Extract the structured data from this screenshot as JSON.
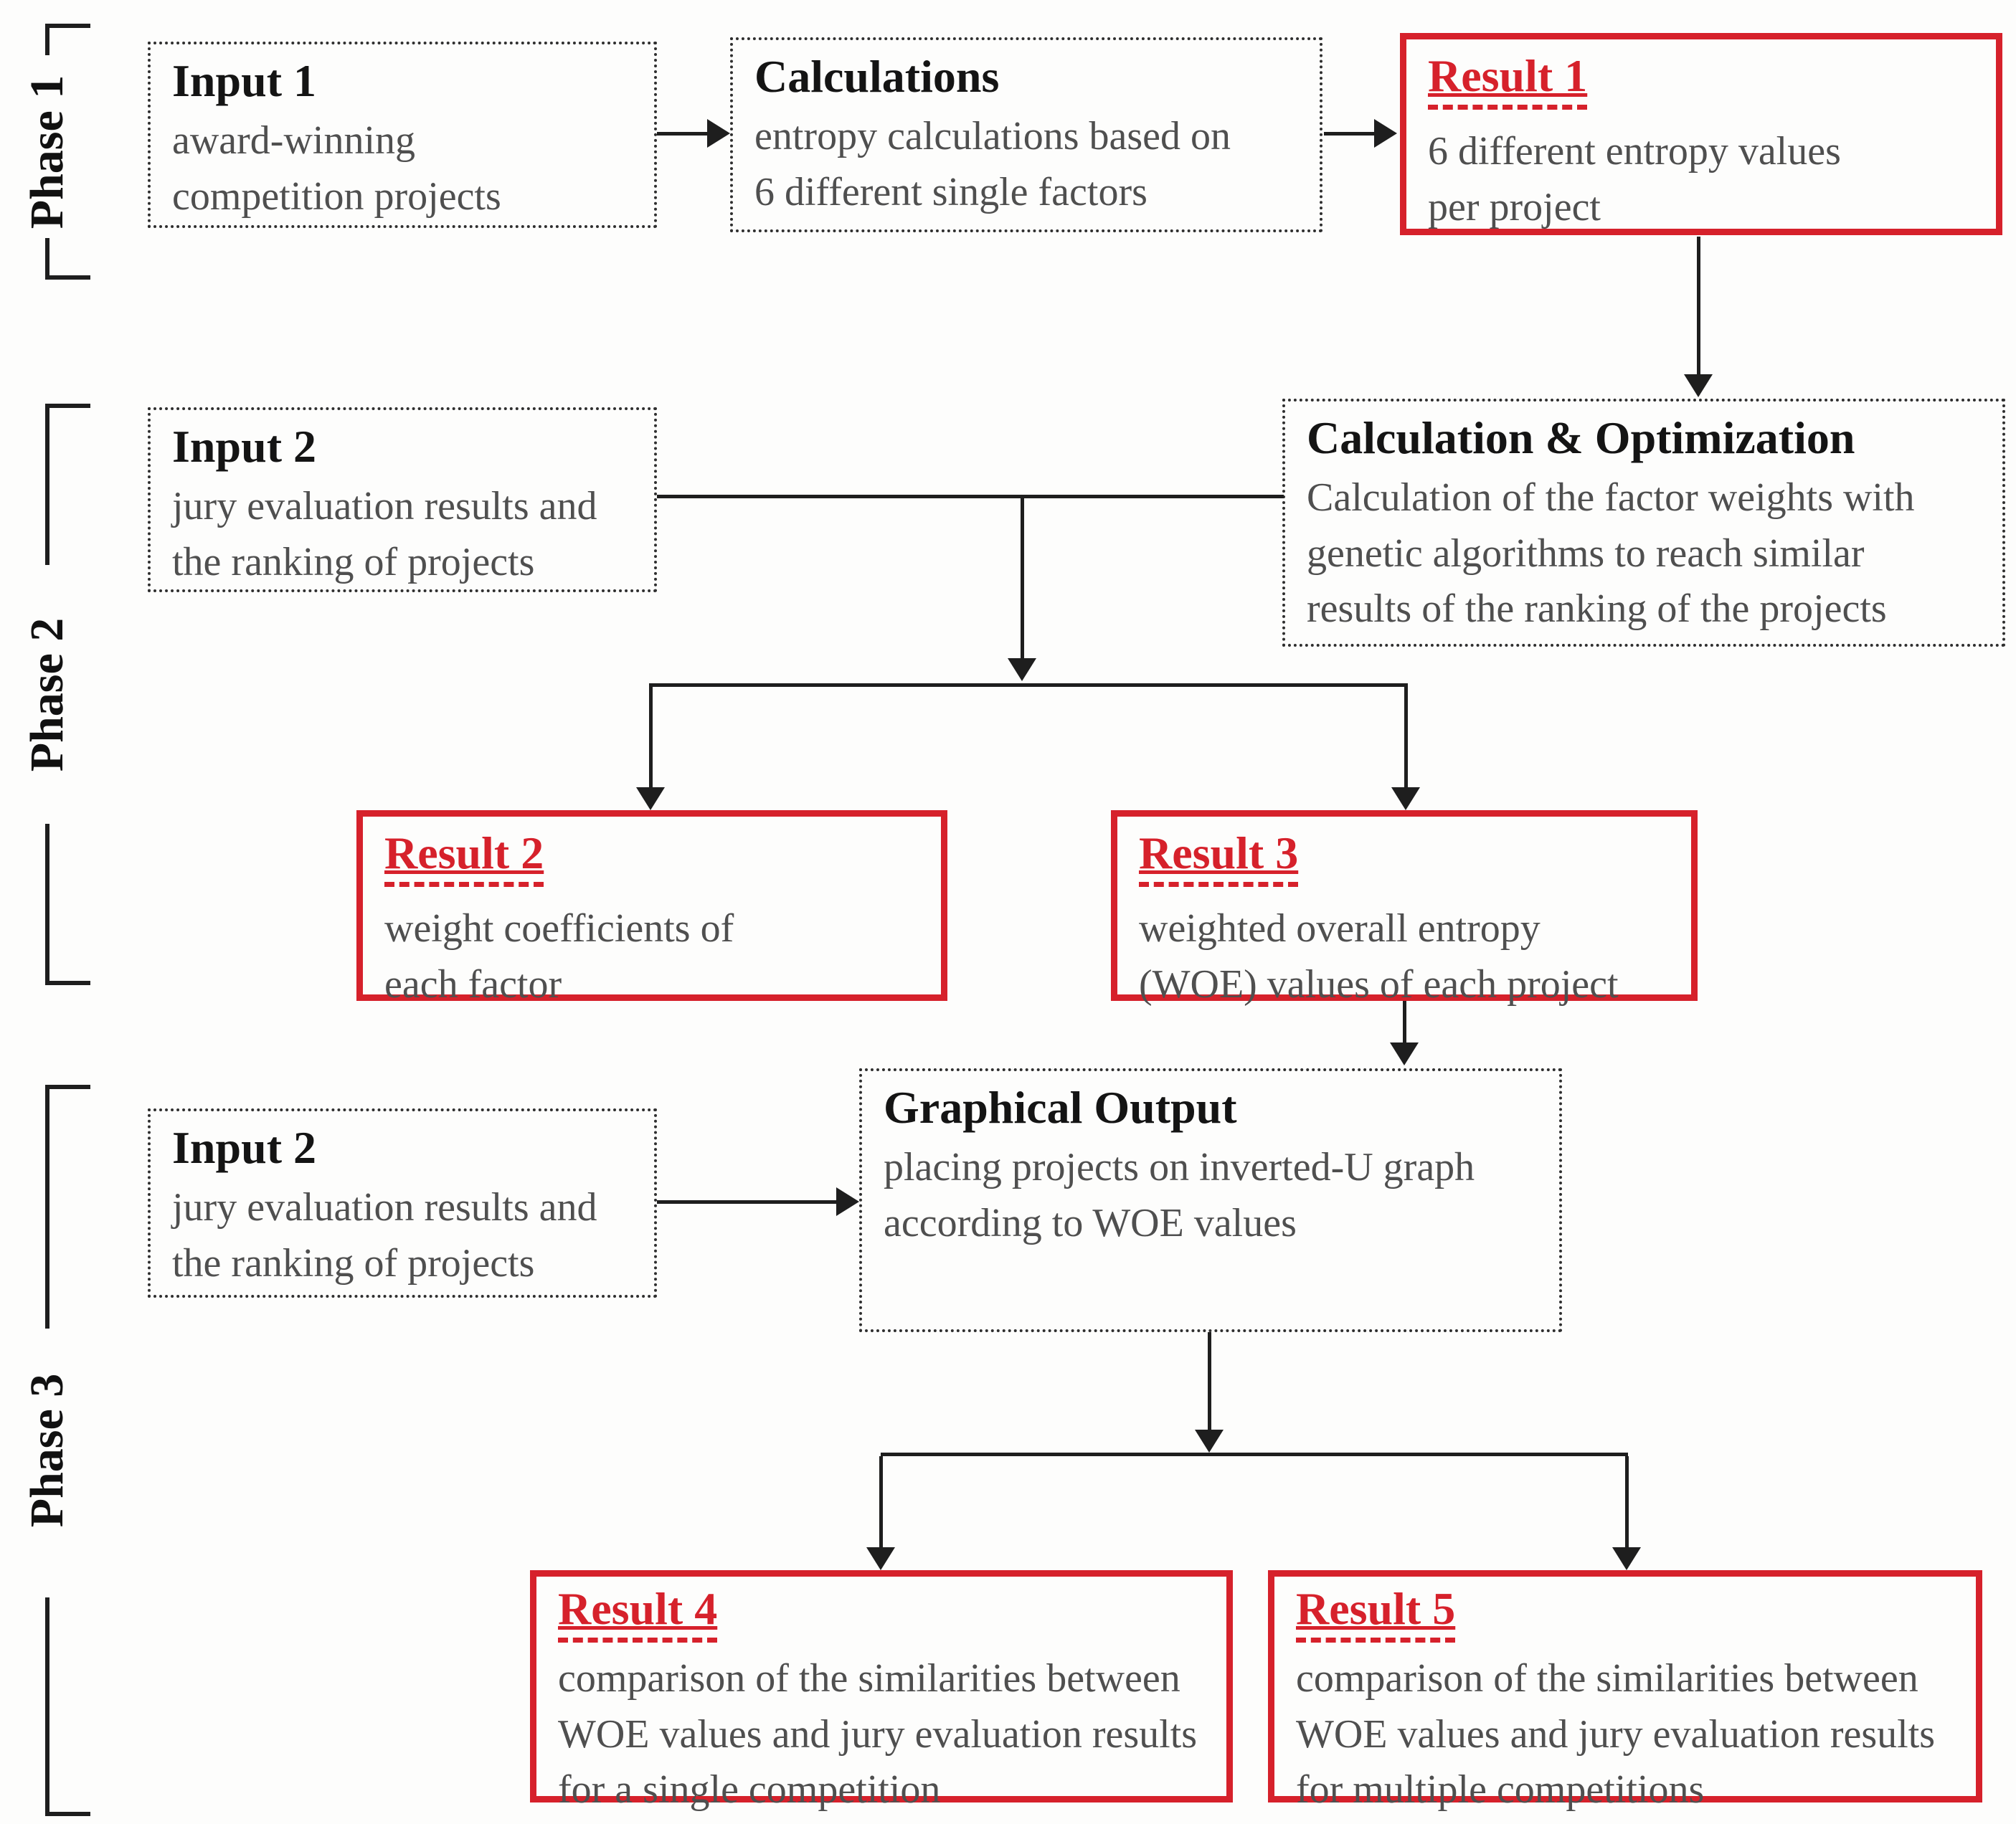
{
  "figure_type": "methodology-flowchart",
  "phases": [
    {
      "label": "Phase 1"
    },
    {
      "label": "Phase 2"
    },
    {
      "label": "Phase 3"
    }
  ],
  "boxes": {
    "input1": {
      "title": "Input 1",
      "body": "award-winning\ncompetition projects"
    },
    "calculations": {
      "title": "Calculations",
      "body": "entropy calculations based on\n6 different single factors"
    },
    "result1": {
      "title": "Result 1",
      "body": "6 different entropy values\nper project"
    },
    "input2_phase2": {
      "title": "Input 2",
      "body": "jury evaluation results and\nthe ranking of projects"
    },
    "calc_opt": {
      "title": "Calculation & Optimization",
      "body": "Calculation of the factor weights with\ngenetic algorithms to reach similar\nresults of the ranking of the projects"
    },
    "result2": {
      "title": "Result 2",
      "body": "weight coefficients of\neach factor"
    },
    "result3": {
      "title": "Result 3",
      "body": "weighted overall entropy\n(WOE) values of each project"
    },
    "graphical_output": {
      "title": "Graphical Output",
      "body": "placing projects on inverted-U graph\naccording to WOE values"
    },
    "input2_phase3": {
      "title": "Input 2",
      "body": "jury evaluation results and\nthe ranking of projects"
    },
    "result4": {
      "title": "Result 4",
      "body": "comparison of the similarities between\nWOE values and jury evaluation results\nfor a single competition"
    },
    "result5": {
      "title": "Result 5",
      "body": "comparison of the similarities between\nWOE values and jury evaluation results\nfor multiple competitions"
    }
  },
  "colors": {
    "accent_red": "#d6212b",
    "line_black": "#1e1e1e",
    "body_gray": "#4f4f4f"
  }
}
